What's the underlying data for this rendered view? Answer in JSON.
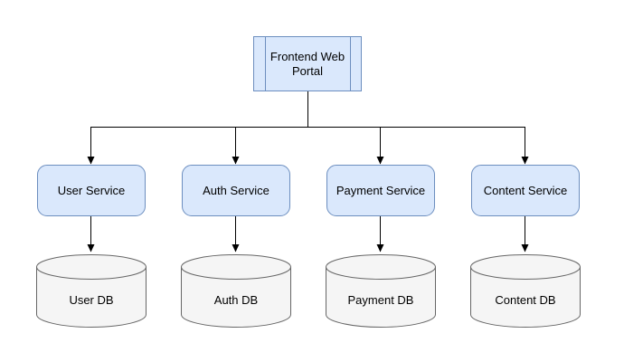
{
  "theme": {
    "node_fill": "#dae8fc",
    "node_stroke": "#6c8ebf",
    "db_fill": "#f5f5f5",
    "db_stroke": "#666666",
    "edge_color": "#000000",
    "text_color": "#000000",
    "canvas_bg": "#ffffff"
  },
  "nodes": {
    "root": {
      "label": "Frontend Web Portal"
    },
    "services": [
      {
        "label": "User Service"
      },
      {
        "label": "Auth Service"
      },
      {
        "label": "Payment Service"
      },
      {
        "label": "Content Service"
      }
    ],
    "databases": [
      {
        "label": "User DB"
      },
      {
        "label": "Auth DB"
      },
      {
        "label": "Payment DB"
      },
      {
        "label": "Content DB"
      }
    ]
  }
}
